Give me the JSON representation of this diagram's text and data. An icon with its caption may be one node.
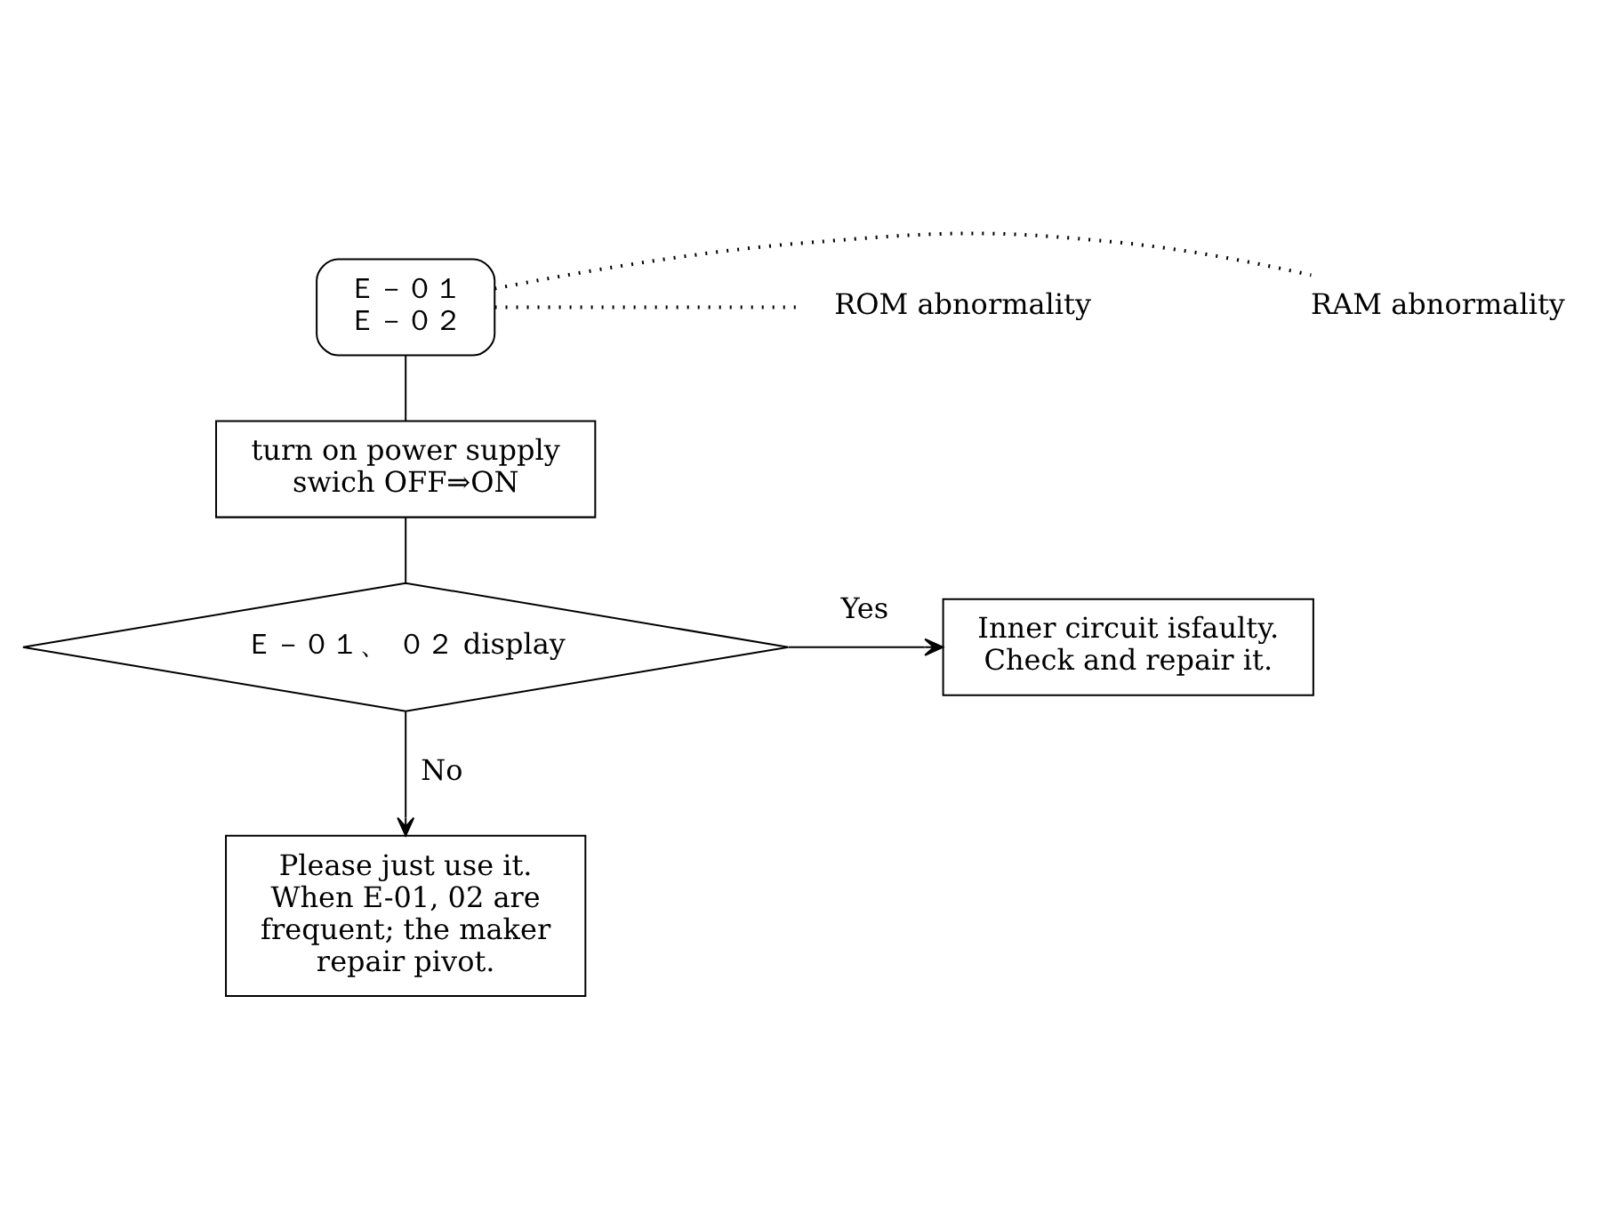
{
  "diagram": {
    "nodes": [
      {
        "text": [
          "Ｅ－０１",
          "Ｅ－０２"
        ]
      },
      {
        "text": [
          "ROM abnormality"
        ]
      },
      {
        "text": [
          "RAM abnormality"
        ]
      },
      {
        "text": [
          "turn on power supply swich OFF⇒ON"
        ]
      },
      {
        "text": [
          "Ｅ－０１、 ０２ display"
        ]
      },
      {
        "text": [
          "Inner circuit isfaulty. Check and repair it."
        ]
      },
      {
        "text": [
          "Please just use it. When E-01, 02 are frequent; the maker repair pivot."
        ]
      }
    ],
    "edges": [
      {
        "from": 0,
        "to": 1,
        "arrow": "none",
        "style": "dashed"
      },
      {
        "from": 0,
        "to": 2,
        "arrow": "none",
        "style": "dashed"
      },
      {
        "from": 0,
        "to": 3,
        "arrow": "none"
      },
      {
        "from": 3,
        "to": 4,
        "arrow": "none"
      },
      {
        "from": 4,
        "to": 5,
        "arrow": "to",
        "label": "Yes"
      },
      {
        "from": 4,
        "to": 6,
        "arrow": "to",
        "label": "No"
      }
    ]
  }
}
